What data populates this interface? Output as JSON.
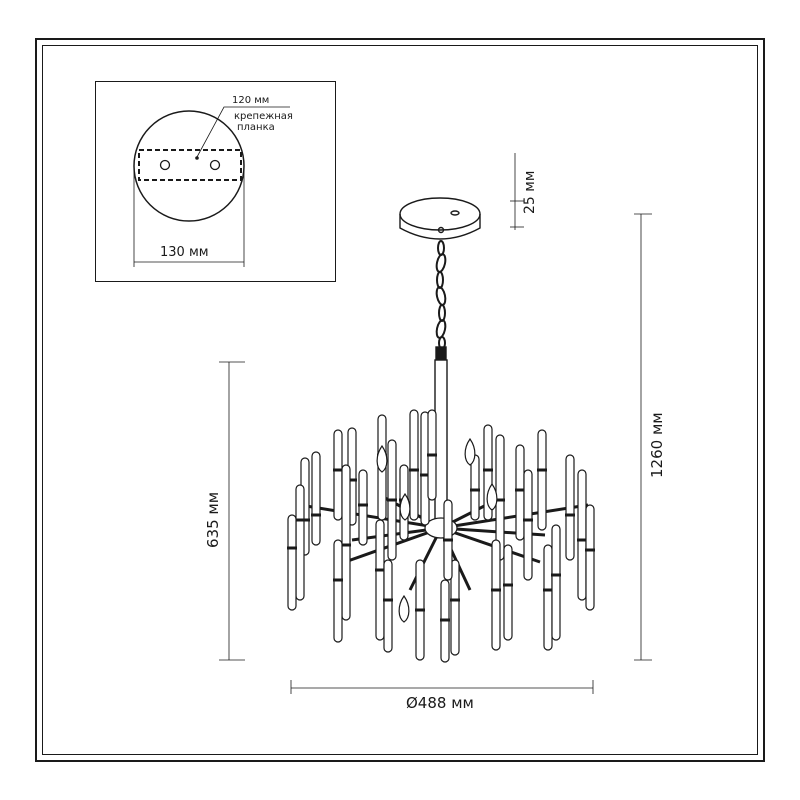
{
  "dimensions": {
    "plate_width": "120 мм",
    "mounting_plate": [
      "крепежная",
      "планка"
    ],
    "canopy_diameter": "130 мм",
    "canopy_height": "25 мм",
    "body_height": "635 мм",
    "total_height": "1260 мм",
    "diameter": "Ø488 мм"
  },
  "colors": {
    "line": "#1a1a1a",
    "background": "#ffffff"
  }
}
